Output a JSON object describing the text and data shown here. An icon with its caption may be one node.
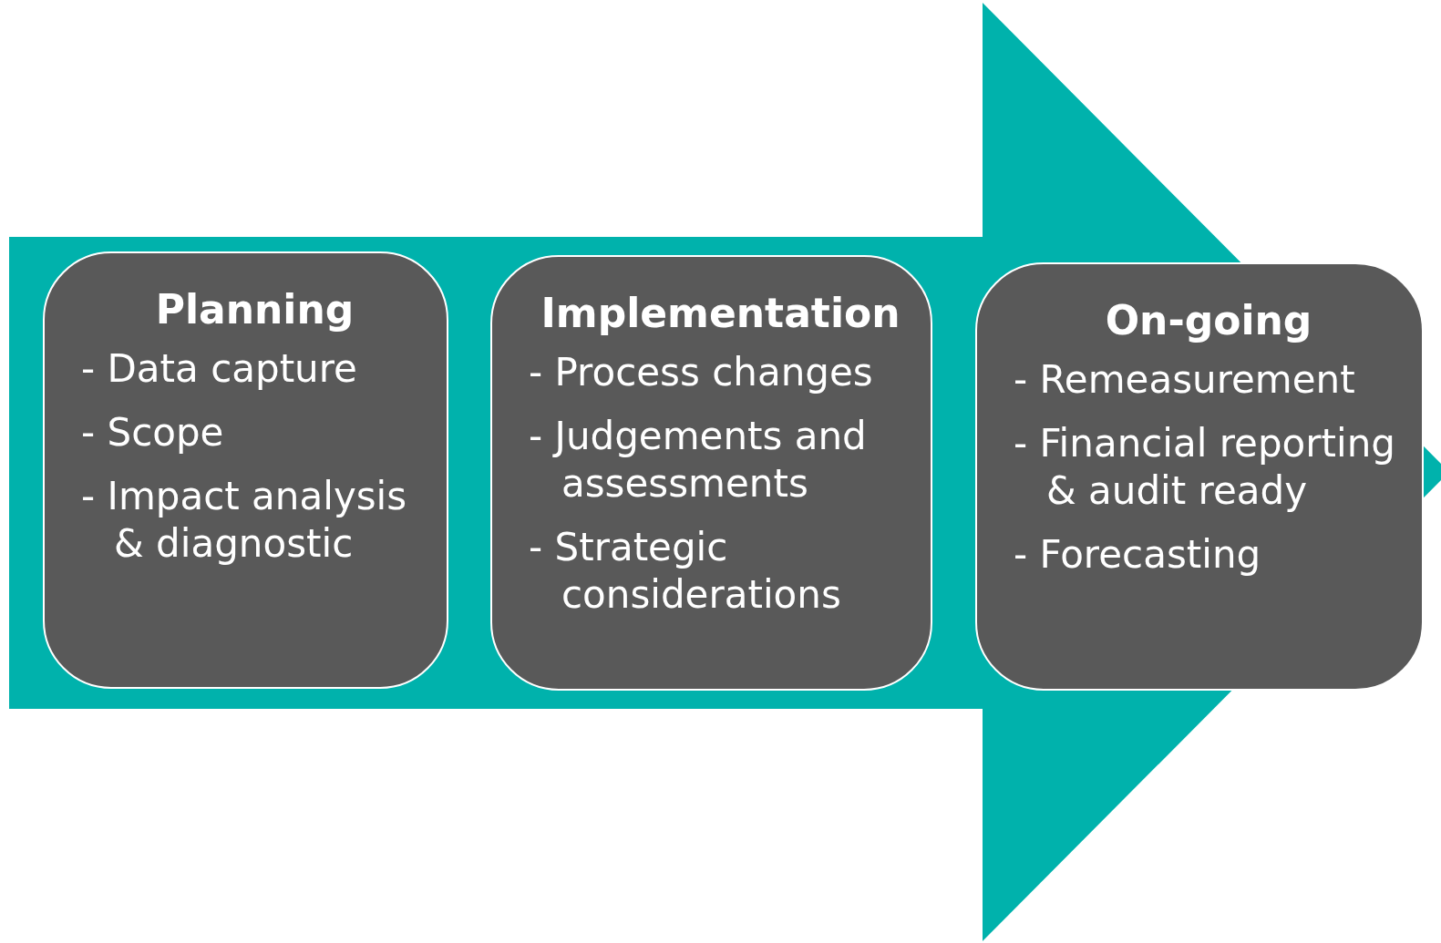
{
  "diagram": {
    "nodes": [
      {
        "text": [
          "Planning",
          "- Data capture",
          "- Scope",
          "- Impact analysis & diagnostic"
        ]
      },
      {
        "text": [
          "Implementation",
          "- Process changes",
          "- Judgements and assessments",
          "- Strategic considerations"
        ]
      },
      {
        "text": [
          "On-going",
          "- Remeasurement",
          "- Financial reporting & audit ready",
          "- Forecasting"
        ]
      }
    ],
    "edges": [
      {
        "from": 0,
        "to": 2,
        "arrow": "to"
      }
    ]
  }
}
